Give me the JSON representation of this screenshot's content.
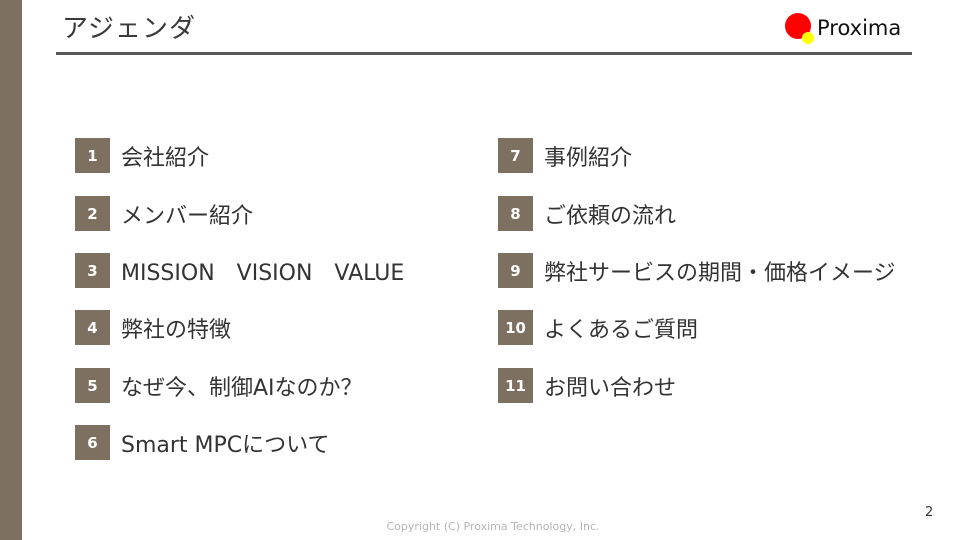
{
  "header": {
    "title": "アジェンダ",
    "logo_text": "Proxima"
  },
  "colors": {
    "accent": "#7d7060",
    "rule": "#595959",
    "logo_red": "#ff0000",
    "logo_yellow": "#ffff00"
  },
  "agenda": {
    "left": [
      {
        "num": "1",
        "label": "会社紹介"
      },
      {
        "num": "2",
        "label": "メンバー紹介"
      },
      {
        "num": "3",
        "label": "MISSION　VISION　VALUE"
      },
      {
        "num": "4",
        "label": "弊社の特徴"
      },
      {
        "num": "5",
        "label": "なぜ今、制御AIなのか？"
      },
      {
        "num": "6",
        "label": "Smart MPCについて"
      }
    ],
    "right": [
      {
        "num": "7",
        "label": "事例紹介"
      },
      {
        "num": "8",
        "label": "ご依頼の流れ"
      },
      {
        "num": "9",
        "label": "弊社サービスの期間・価格イメージ"
      },
      {
        "num": "10",
        "label": "よくあるご質問"
      },
      {
        "num": "11",
        "label": "お問い合わせ"
      }
    ]
  },
  "footer": {
    "copyright": "Copyright (C) Proxima Technology, Inc.",
    "page_number": "2"
  }
}
